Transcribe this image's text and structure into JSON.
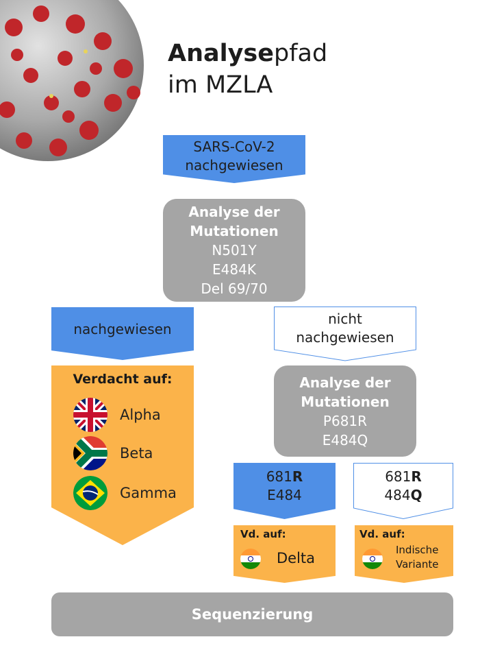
{
  "title": {
    "bold": "Analyse",
    "rest": "pfad",
    "line2": "im MZLA"
  },
  "step1": {
    "line1": "SARS-CoV-2",
    "line2": "nachgewiesen"
  },
  "analysis1": {
    "heading1": "Analyse der",
    "heading2": "Mutationen",
    "mutations": [
      "N501Y",
      "E484K",
      "Del 69/70"
    ]
  },
  "left_branch": {
    "label": "nachgewiesen"
  },
  "right_branch": {
    "line1": "nicht",
    "line2": "nachgewiesen"
  },
  "suspect_left": {
    "heading": "Verdacht auf:",
    "variants": [
      {
        "name": "Alpha",
        "flag": "uk-flag-icon"
      },
      {
        "name": "Beta",
        "flag": "south-africa-flag-icon"
      },
      {
        "name": "Gamma",
        "flag": "brazil-flag-icon"
      }
    ]
  },
  "analysis2": {
    "heading1": "Analyse der",
    "heading2": "Mutationen",
    "mutations": [
      "P681R",
      "E484Q"
    ]
  },
  "result_a": {
    "line1_prefix": "681",
    "line1_bold": "R",
    "line2": "E484"
  },
  "result_b": {
    "line1_prefix": "681",
    "line1_bold": "R",
    "line2_prefix": "484",
    "line2_bold": "Q"
  },
  "vd_a": {
    "heading": "Vd. auf:",
    "variant": "Delta",
    "flag": "india-flag-icon"
  },
  "vd_b": {
    "heading": "Vd. auf:",
    "variant_line1": "Indische",
    "variant_line2": "Variante",
    "flag": "india-flag-icon"
  },
  "sequencing": {
    "label": "Sequenzierung"
  },
  "colors": {
    "blue": "#4f8fe6",
    "orange": "#fbb34a",
    "grey": "#a5a5a5"
  }
}
